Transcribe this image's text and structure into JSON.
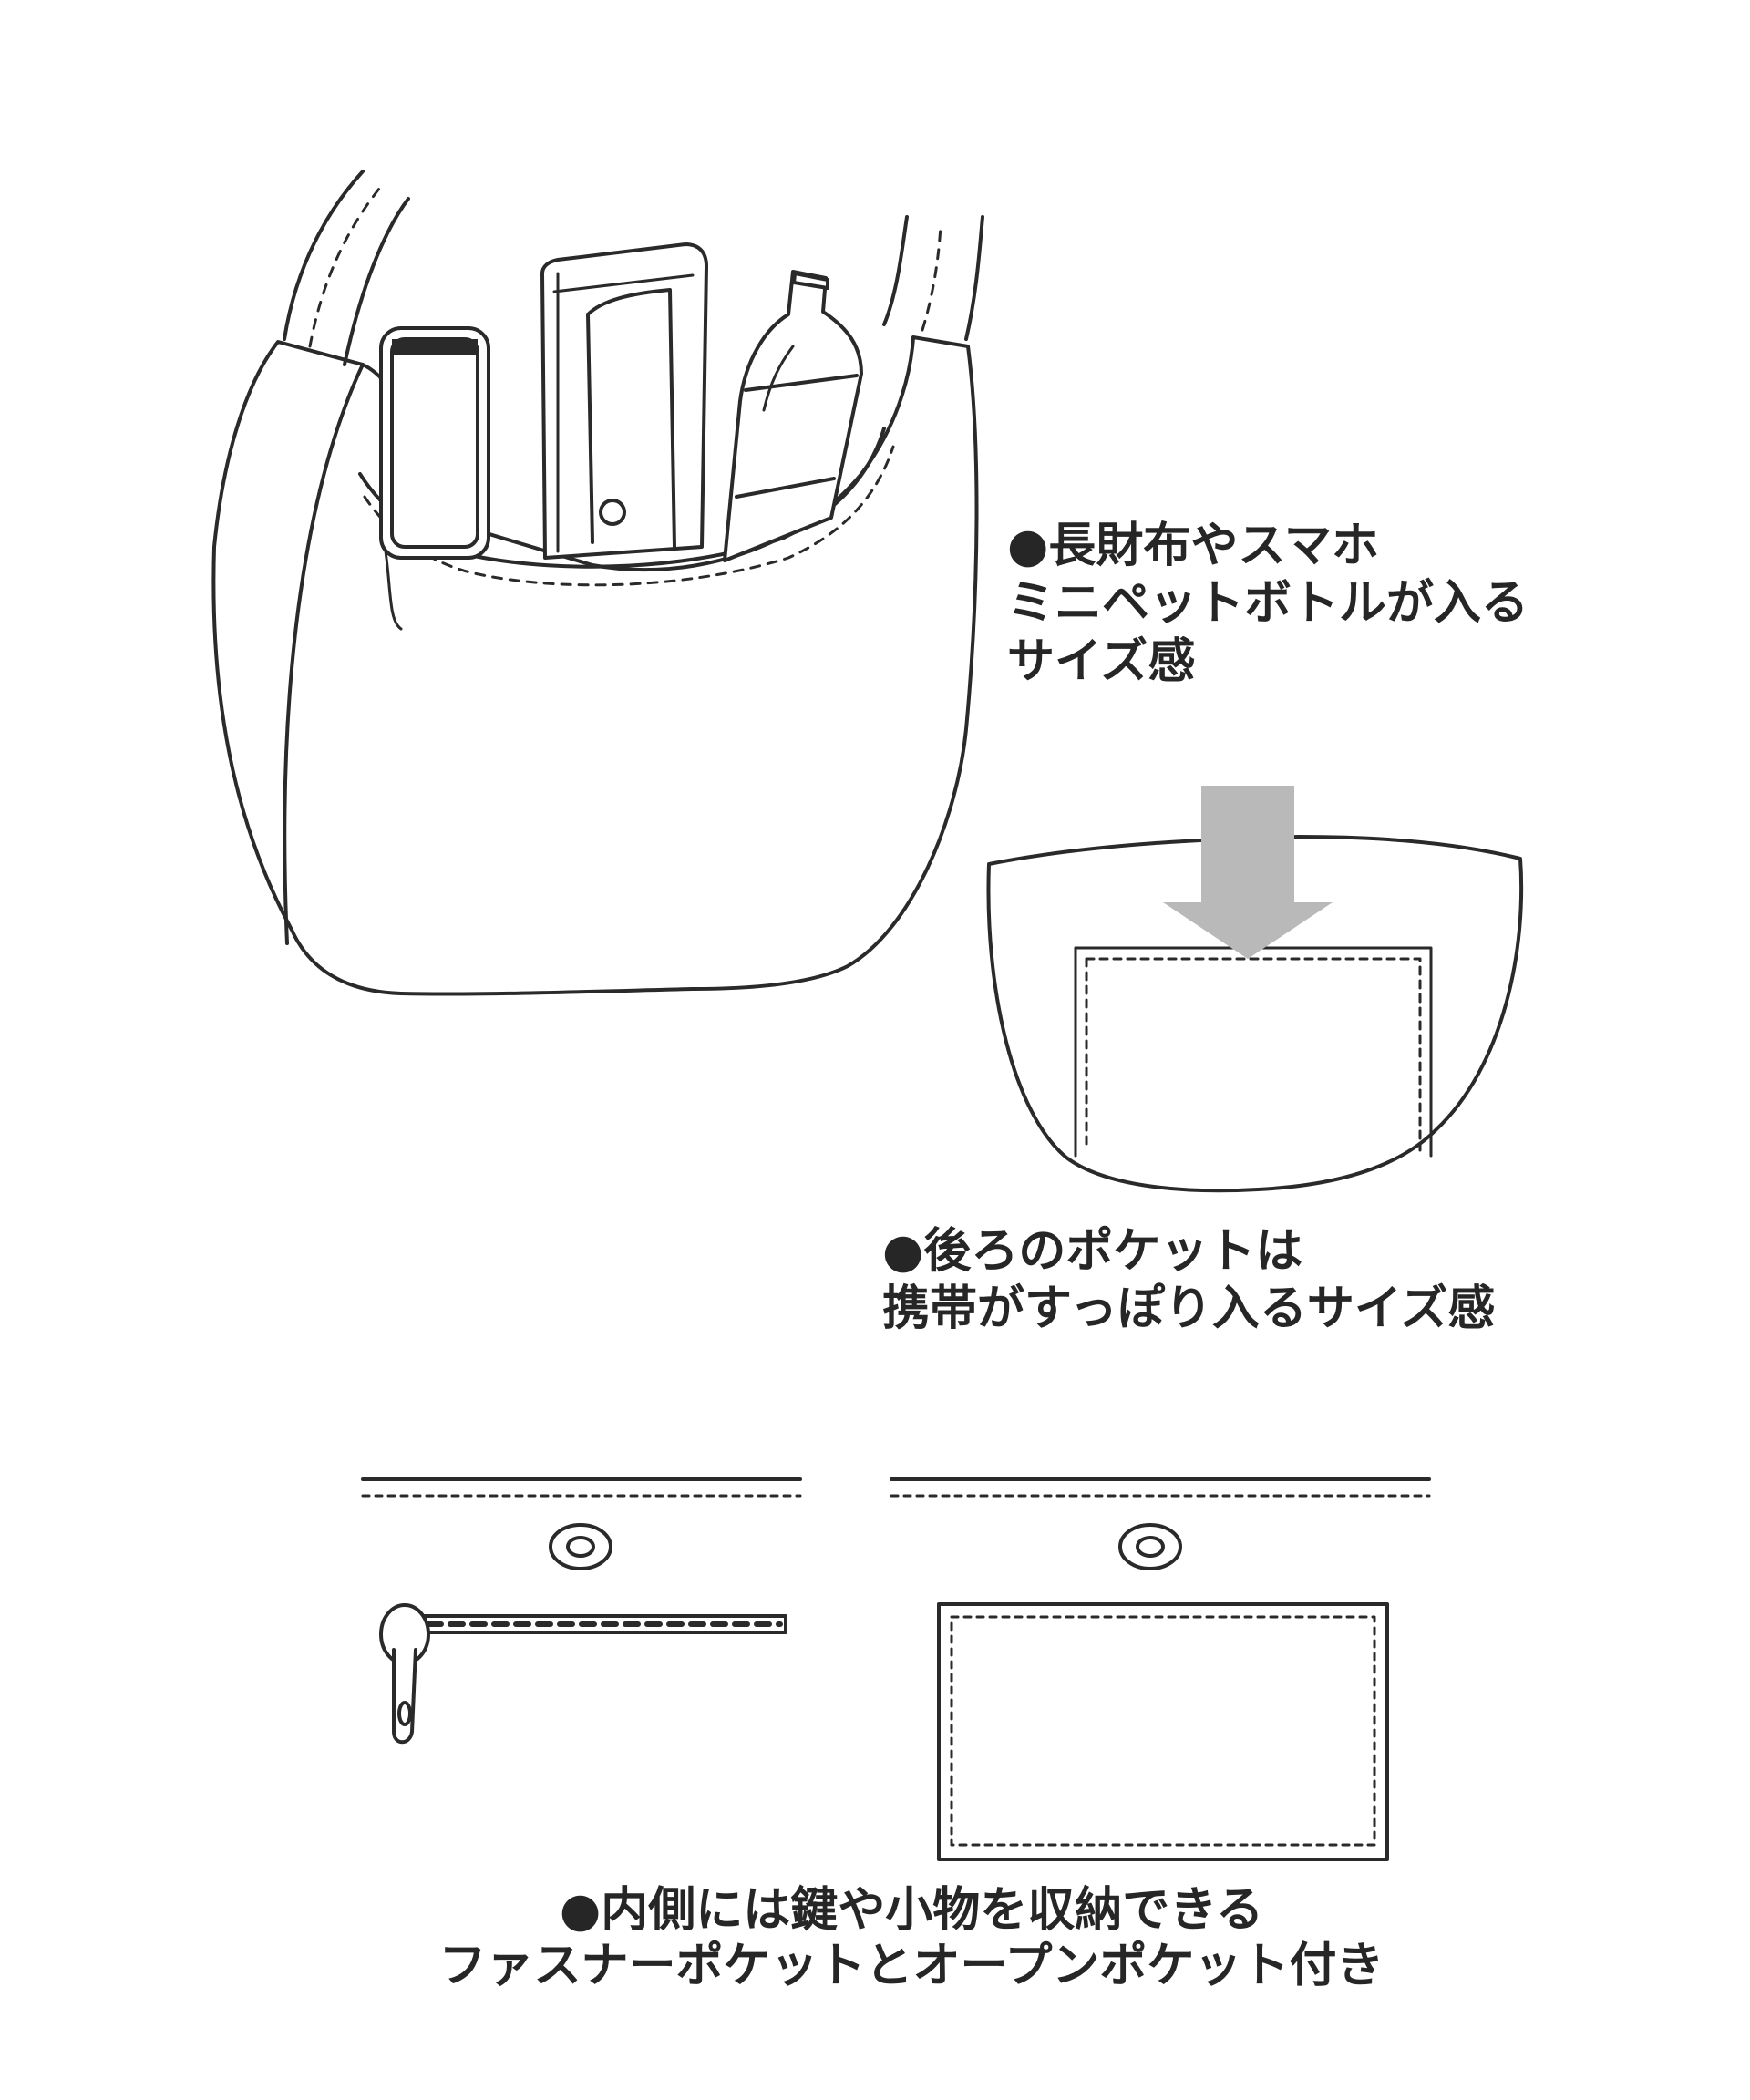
{
  "captions": {
    "bag_capacity": {
      "line1": "●長財布やスマホ",
      "line2": "ミニペットボトルが入る",
      "line3": "サイズ感"
    },
    "back_pocket": {
      "line1": "●後ろのポケットは",
      "line2": "携帯がすっぽり入るサイズ感"
    },
    "inner_pockets": {
      "line1": "●内側には鍵や小物を収納できる",
      "line2": "ファスナーポケットとオープンポケット付き"
    }
  },
  "colors": {
    "line": "#2a2a2a",
    "arrow": "#b9b9b9",
    "background": "#ffffff"
  },
  "icons": [
    "shoulder-bag-illustration",
    "phone-icon",
    "long-wallet-icon",
    "pet-bottle-icon",
    "down-arrow-icon",
    "zipper-icon",
    "snap-button-icon"
  ]
}
